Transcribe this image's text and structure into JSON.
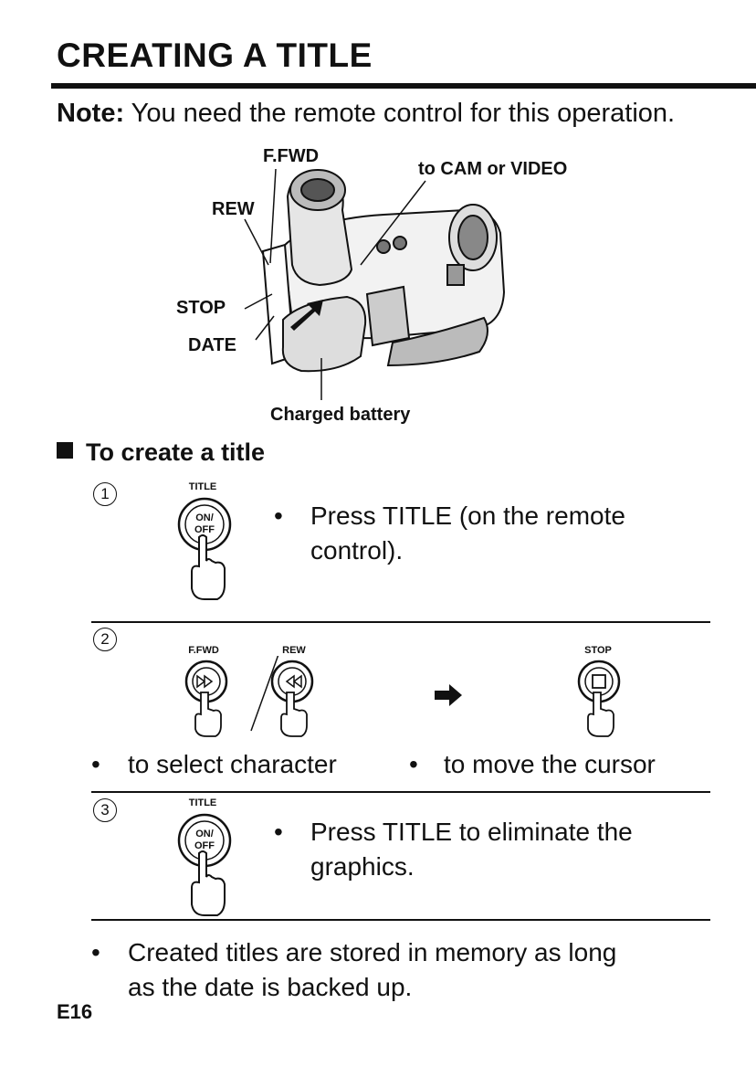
{
  "heading": "CREATING A TITLE",
  "note": {
    "label": "Note:",
    "text": "You need the remote control for this operation."
  },
  "figure": {
    "callouts": {
      "ffwd": "F.FWD",
      "to_cam": "to CAM or VIDEO",
      "rew": "REW",
      "stop": "STOP",
      "date": "DATE",
      "battery": "Charged battery"
    }
  },
  "section_title": "To create a title",
  "steps": [
    {
      "number": "1",
      "button_caption": "TITLE",
      "button_face": [
        "ON/",
        "OFF"
      ],
      "bullet": "•",
      "text_line1": "Press  TITLE  (on  the  remote",
      "text_line2": "control)."
    },
    {
      "number": "2",
      "buttons": {
        "ffwd": "F.FWD",
        "rew": "REW",
        "stop": "STOP"
      },
      "left_bullet": "to select character",
      "right_bullet": "to move the cursor"
    },
    {
      "number": "3",
      "button_caption": "TITLE",
      "button_face": [
        "ON/",
        "OFF"
      ],
      "text_line1": "Press  TITLE  to  eliminate  the",
      "text_line2": "graphics."
    }
  ],
  "footnote_line1": "Created  titles  are  stored  in  memory  as  long",
  "footnote_line2": "as the date is backed up.",
  "page_number": "E16"
}
